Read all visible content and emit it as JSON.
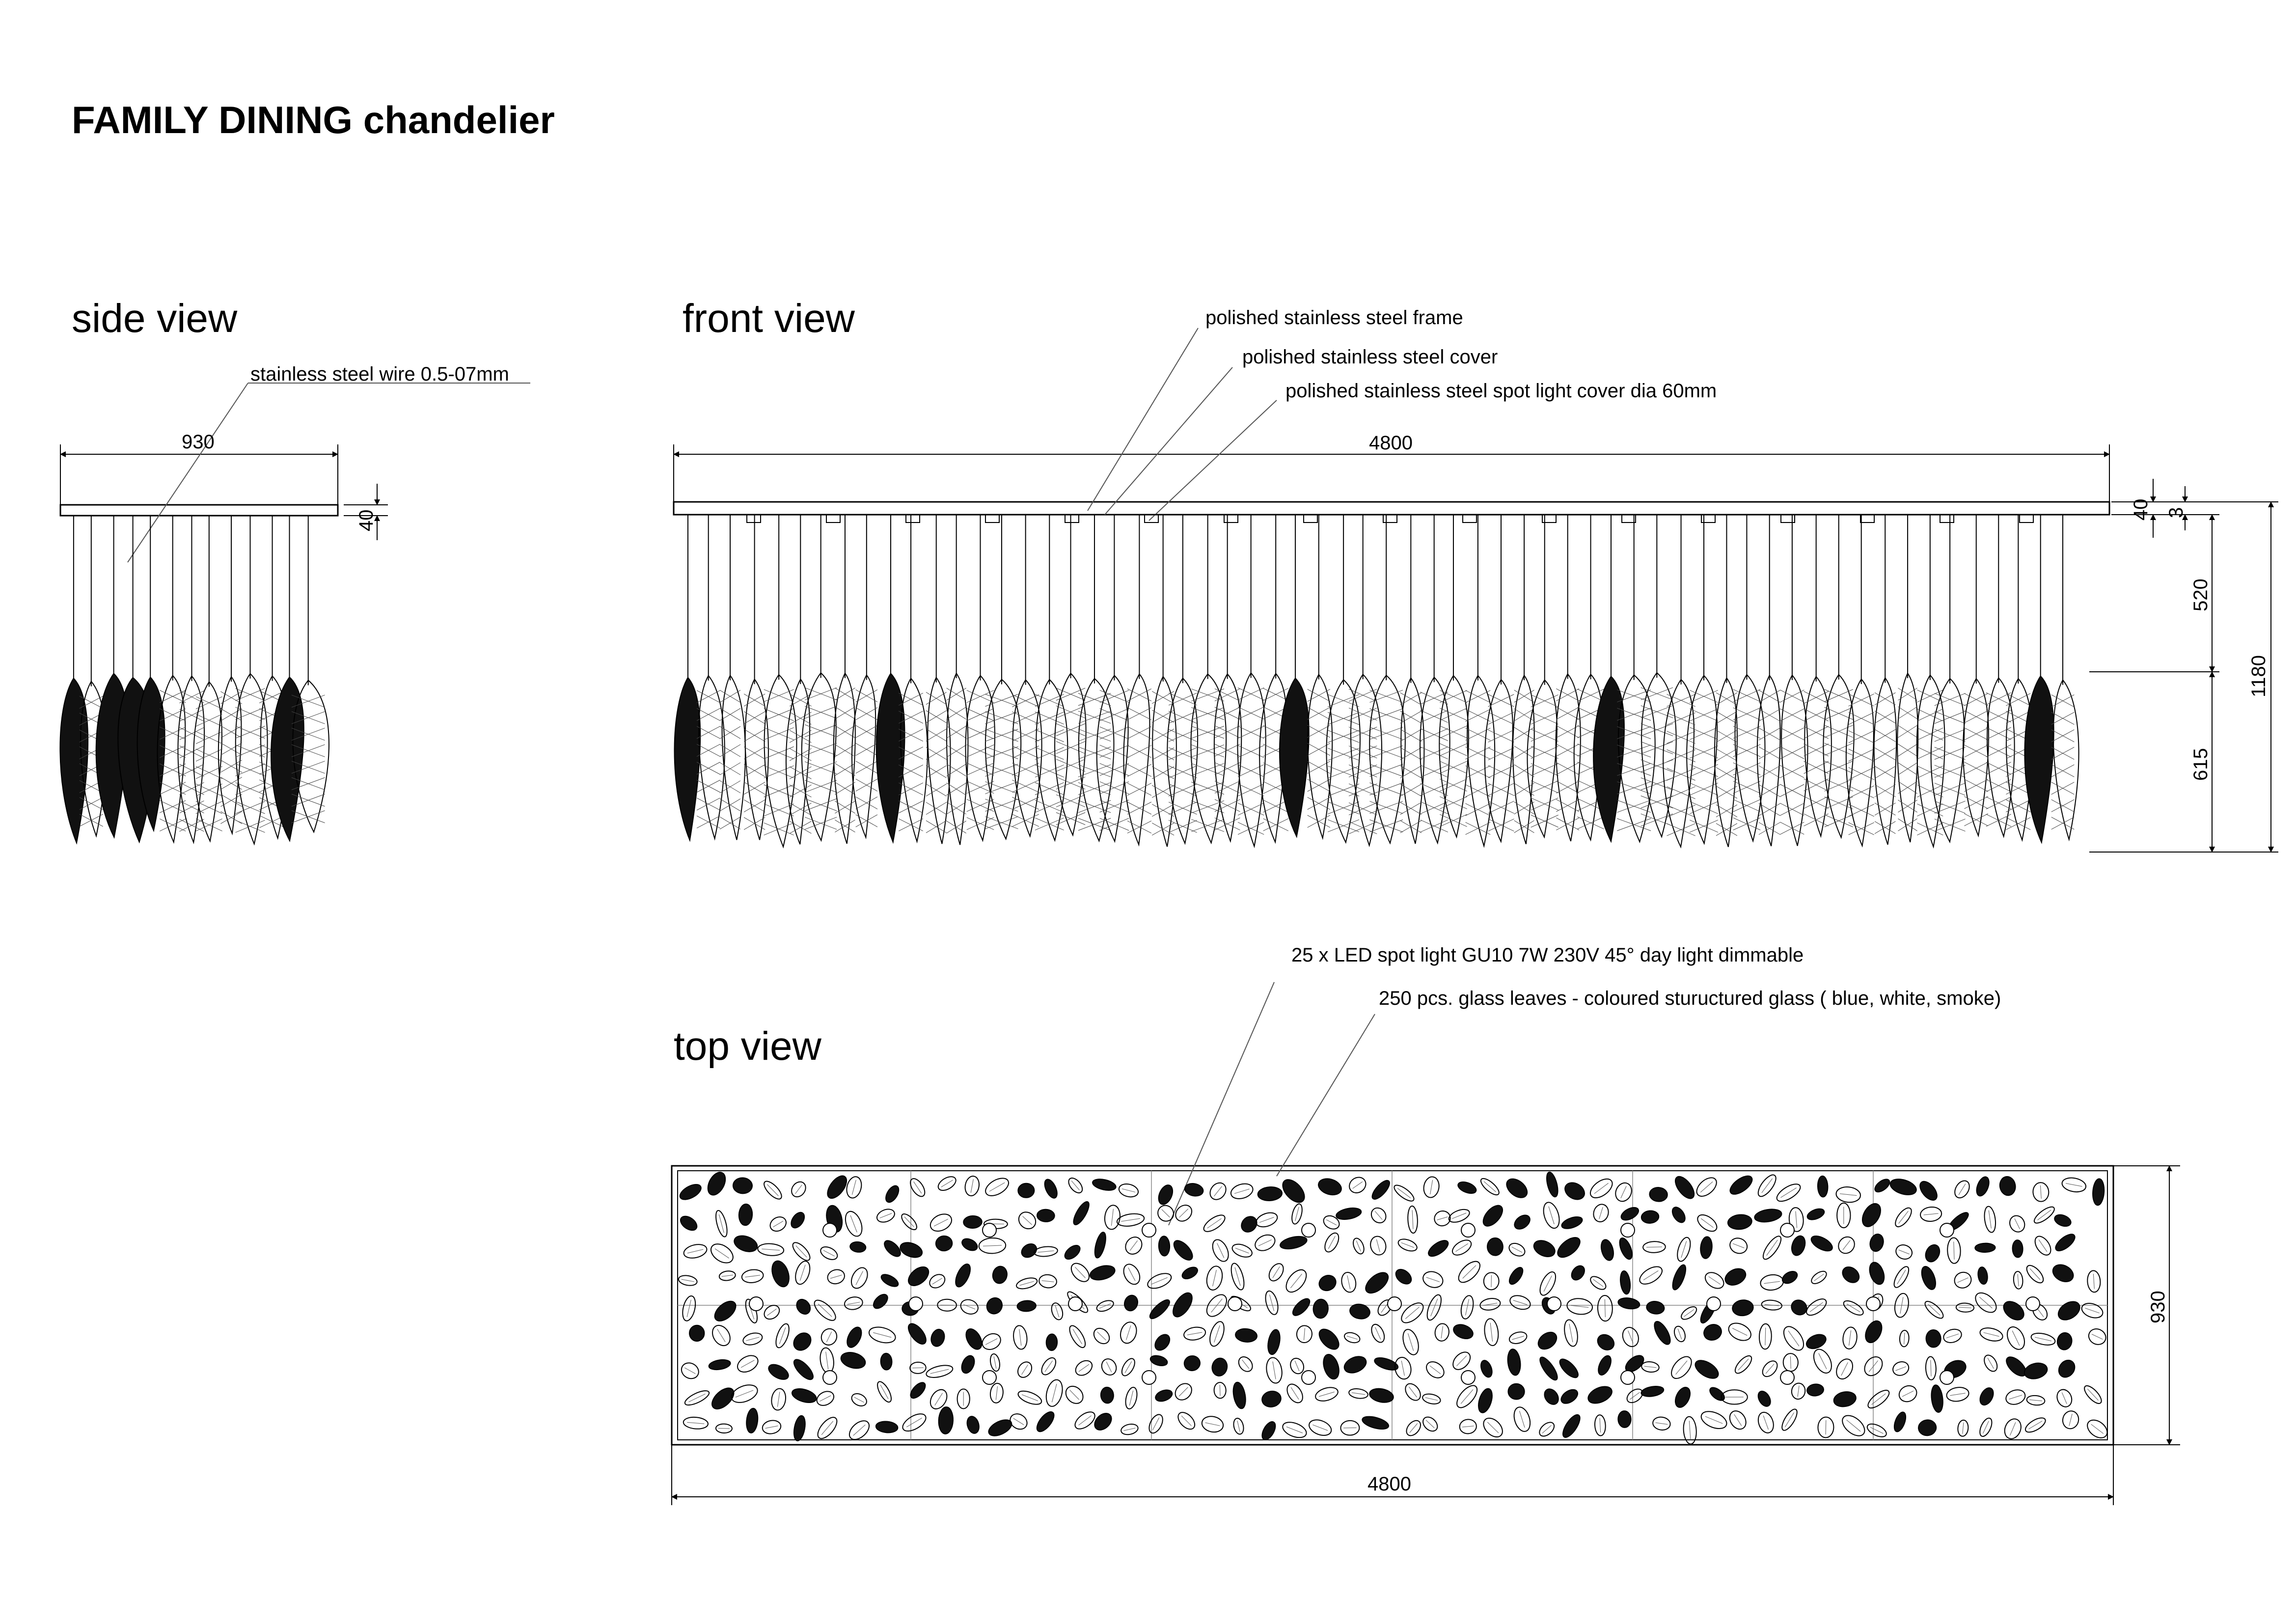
{
  "title": "FAMILY DINING chandelier",
  "views": {
    "side": "side view",
    "front": "front view",
    "top": "top view"
  },
  "notes": {
    "wire": "stainless steel wire  0.5-07mm",
    "frame": "polished stainless steel frame",
    "cover": "polished stainless steel cover",
    "spot_cover": "polished stainless steel spot light cover dia 60mm",
    "led": "25 x  LED spot light GU10 7W 230V 45° day light dimmable",
    "leaves": "250 pcs. glass leaves - coloured stuructured glass ( blue, white, smoke)"
  },
  "dimensions": {
    "side_width": "930",
    "side_frame": "40",
    "front_width": "4800",
    "front_frame": "40",
    "front_cover": "3",
    "front_wire": "520",
    "front_leaf": "615",
    "front_total": "1180",
    "top_depth": "930",
    "top_width": "4800"
  },
  "colors": {
    "line": "#000000",
    "leader": "#555555",
    "watermark": "#cfcfcf"
  }
}
